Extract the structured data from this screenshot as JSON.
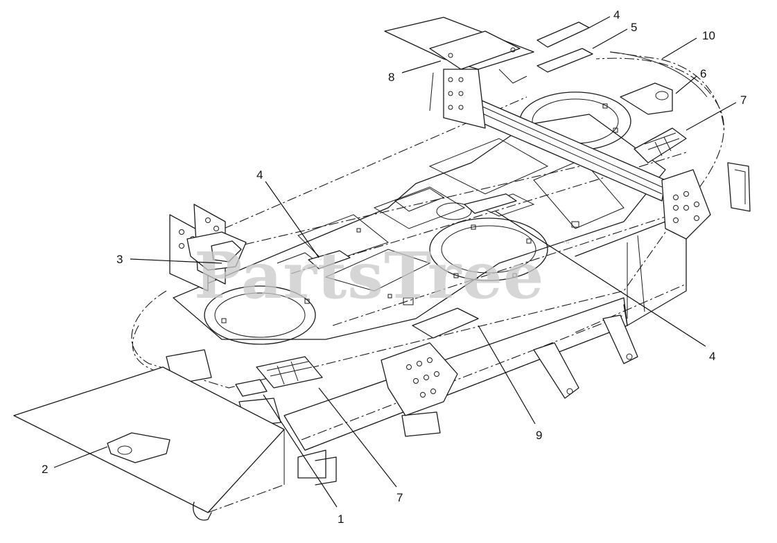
{
  "watermark": {
    "text": "PartsTree",
    "mark": "™"
  },
  "callouts": [
    {
      "id": "c4-top",
      "label": "4"
    },
    {
      "id": "c5",
      "label": "5"
    },
    {
      "id": "c10",
      "label": "10"
    },
    {
      "id": "c8",
      "label": "8"
    },
    {
      "id": "c6",
      "label": "6"
    },
    {
      "id": "c7-right",
      "label": "7"
    },
    {
      "id": "c4-left",
      "label": "4"
    },
    {
      "id": "c3",
      "label": "3"
    },
    {
      "id": "c4-right",
      "label": "4"
    },
    {
      "id": "c9",
      "label": "9"
    },
    {
      "id": "c2",
      "label": "2"
    },
    {
      "id": "c7-bottom",
      "label": "7"
    },
    {
      "id": "c1",
      "label": "1"
    }
  ]
}
